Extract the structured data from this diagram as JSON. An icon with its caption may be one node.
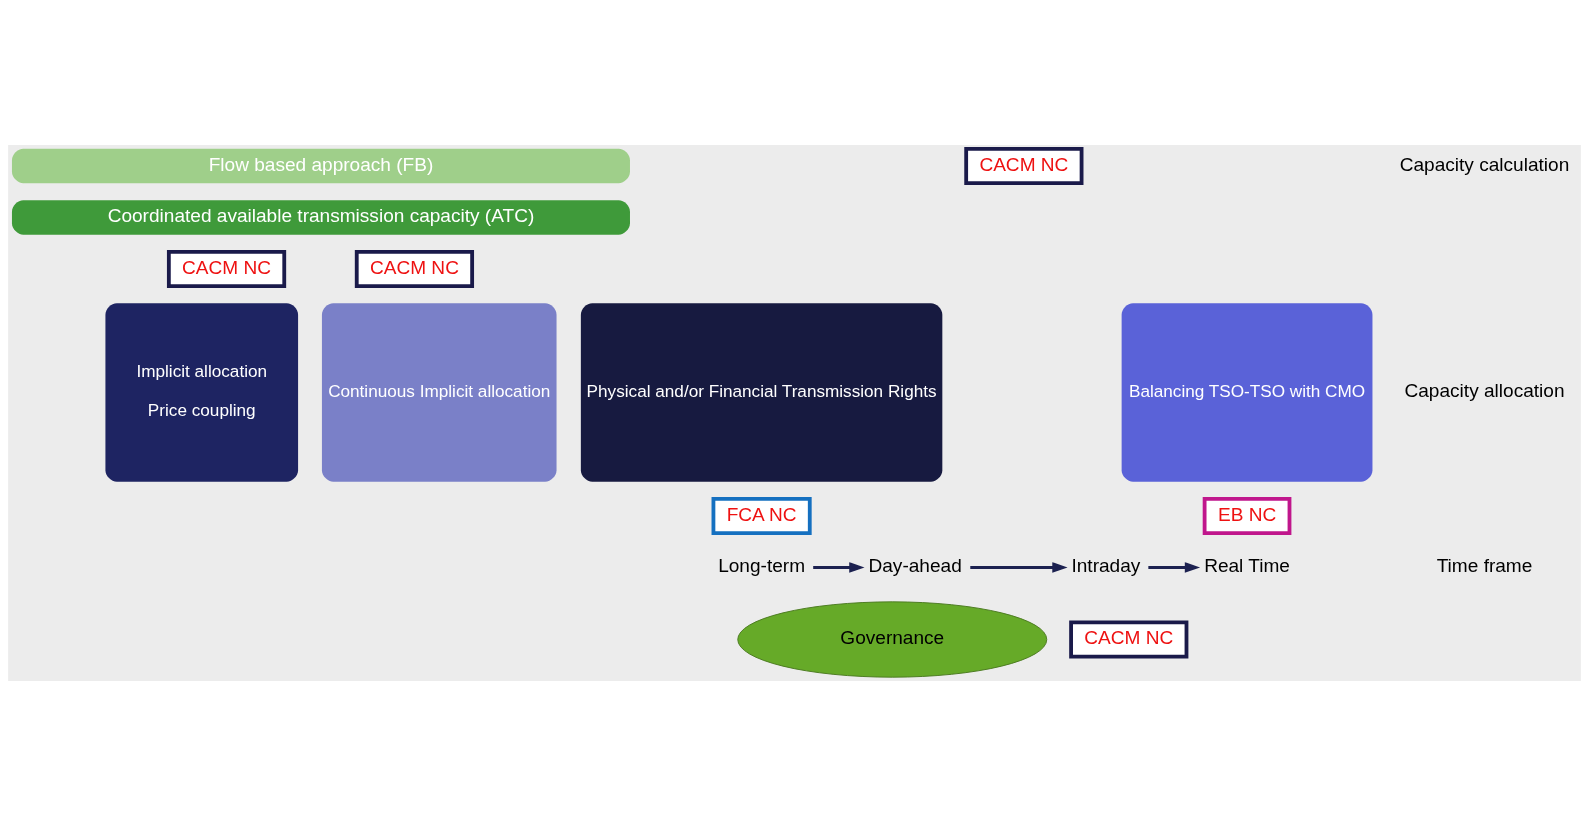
{
  "diagram": {
    "nodes": [
      {
        "text": [
          "Flow based approach (FB)"
        ]
      },
      {
        "text": [
          "Coordinated available transmission capacity (ATC)"
        ]
      },
      {
        "text": [
          "CACM NC"
        ]
      },
      {
        "text": [
          "Physical and/or Financial Transmission Rights"
        ]
      },
      {
        "text": [
          "FCA NC"
        ]
      },
      {
        "text": [
          "Implicit allocation",
          "Price coupling"
        ]
      },
      {
        "text": [
          "CACM NC"
        ]
      },
      {
        "text": [
          "Continuous Implicit allocation"
        ]
      },
      {
        "text": [
          "CACM NC"
        ]
      },
      {
        "text": [
          "Balancing TSO-TSO with CMO"
        ]
      },
      {
        "text": [
          "EB NC"
        ]
      },
      {
        "text": [
          "Long-term"
        ]
      },
      {
        "text": [
          "Day-ahead"
        ]
      },
      {
        "text": [
          "Intraday"
        ]
      },
      {
        "text": [
          "Real Time"
        ]
      },
      {
        "text": [
          "Governance"
        ]
      },
      {
        "text": [
          "CACM NC"
        ]
      }
    ],
    "edges": [
      {
        "from": 11,
        "to": 12,
        "arrow": "to"
      },
      {
        "from": 12,
        "to": 13,
        "arrow": "to"
      },
      {
        "from": 13,
        "to": 14,
        "arrow": "to"
      }
    ],
    "labels": [
      "Capacity calculation",
      "Capacity allocation",
      "Time frame"
    ]
  }
}
